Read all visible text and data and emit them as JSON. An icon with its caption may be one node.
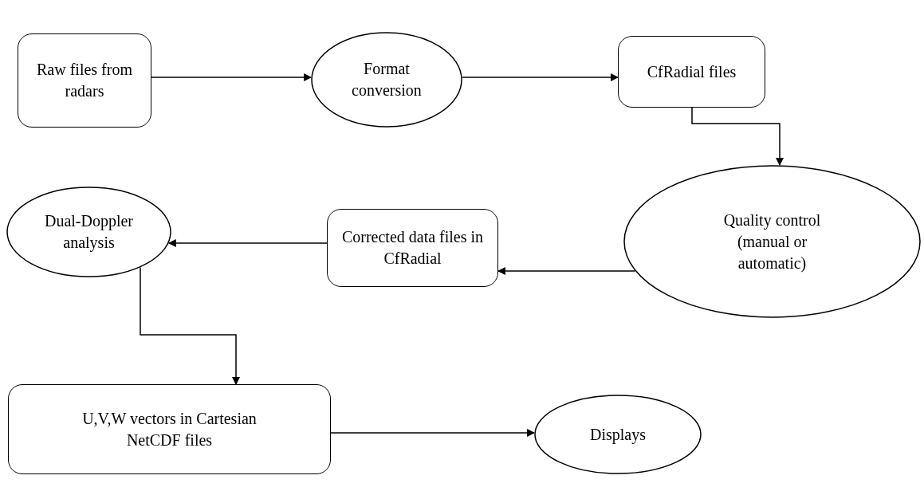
{
  "diagram": {
    "nodes": [
      {
        "text": [
          "Raw files from radars"
        ]
      },
      {
        "text": [
          "Format conversion"
        ]
      },
      {
        "text": [
          "CfRadial files"
        ]
      },
      {
        "text": [
          "Quality control (manual or automatic)"
        ]
      },
      {
        "text": [
          "Corrected data files in CfRadial"
        ]
      },
      {
        "text": [
          "Dual-Doppler analysis"
        ]
      },
      {
        "text": [
          "U,V,W vectors in Cartesian NetCDF files"
        ]
      },
      {
        "text": [
          "Displays"
        ]
      }
    ],
    "edges": [
      {
        "from": 0,
        "to": 1,
        "arrow": "to"
      },
      {
        "from": 1,
        "to": 2,
        "arrow": "to"
      },
      {
        "from": 2,
        "to": 3,
        "arrow": "to"
      },
      {
        "from": 3,
        "to": 4,
        "arrow": "to"
      },
      {
        "from": 4,
        "to": 5,
        "arrow": "to"
      },
      {
        "from": 5,
        "to": 6,
        "arrow": "to"
      },
      {
        "from": 6,
        "to": 7,
        "arrow": "to"
      }
    ]
  }
}
